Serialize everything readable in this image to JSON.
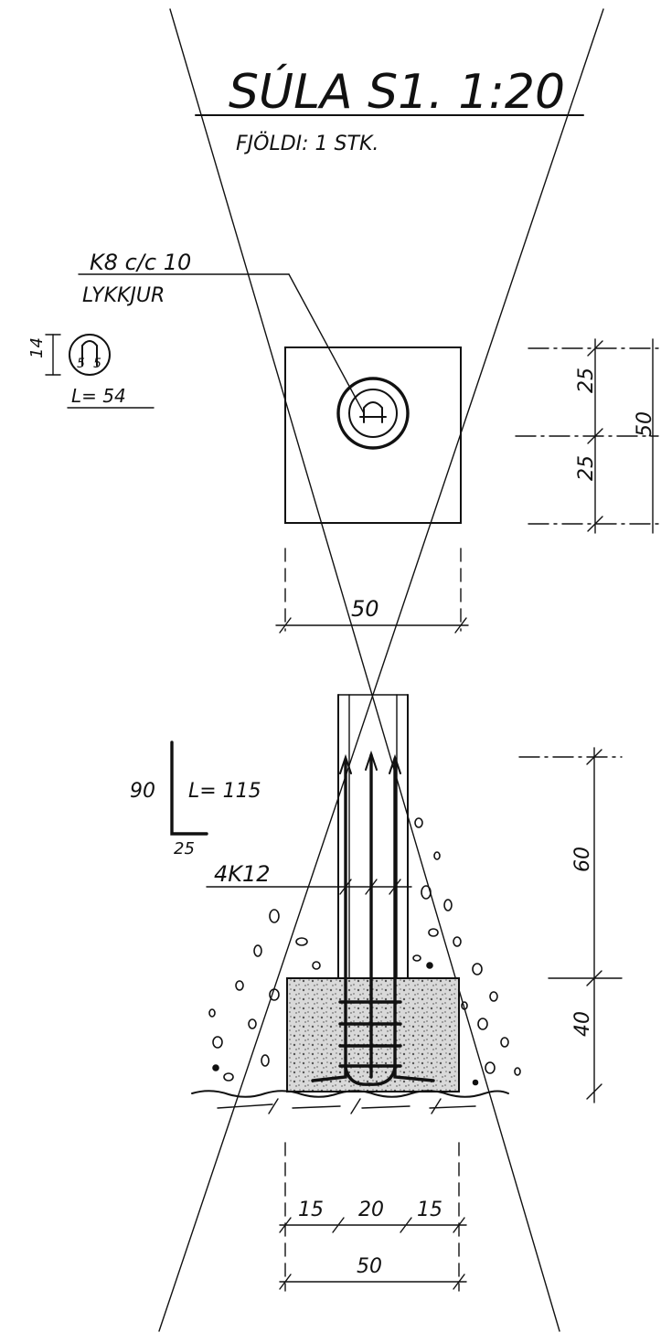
{
  "title": "SÚLA S1. 1:20",
  "subtitle": "FJÖLDI: 1 STK.",
  "stirrup_label": {
    "line1": "K8 c/c 10",
    "line2": "LYKKJUR"
  },
  "stirrup_detail": {
    "height_dim": "14",
    "inner_left": "5",
    "inner_right": "5",
    "length": "L= 54"
  },
  "section": {
    "width_dim": "50",
    "right_dims": [
      "25",
      "25"
    ],
    "right_total": "50"
  },
  "bar_detail": {
    "vertical_dim": "90",
    "horizontal_dim": "25",
    "length": "L= 115"
  },
  "main_bar_label": "4K12",
  "elevation": {
    "right_dims": [
      "60",
      "40"
    ],
    "bottom_dims": [
      "15",
      "20",
      "15"
    ],
    "bottom_total": "50"
  }
}
